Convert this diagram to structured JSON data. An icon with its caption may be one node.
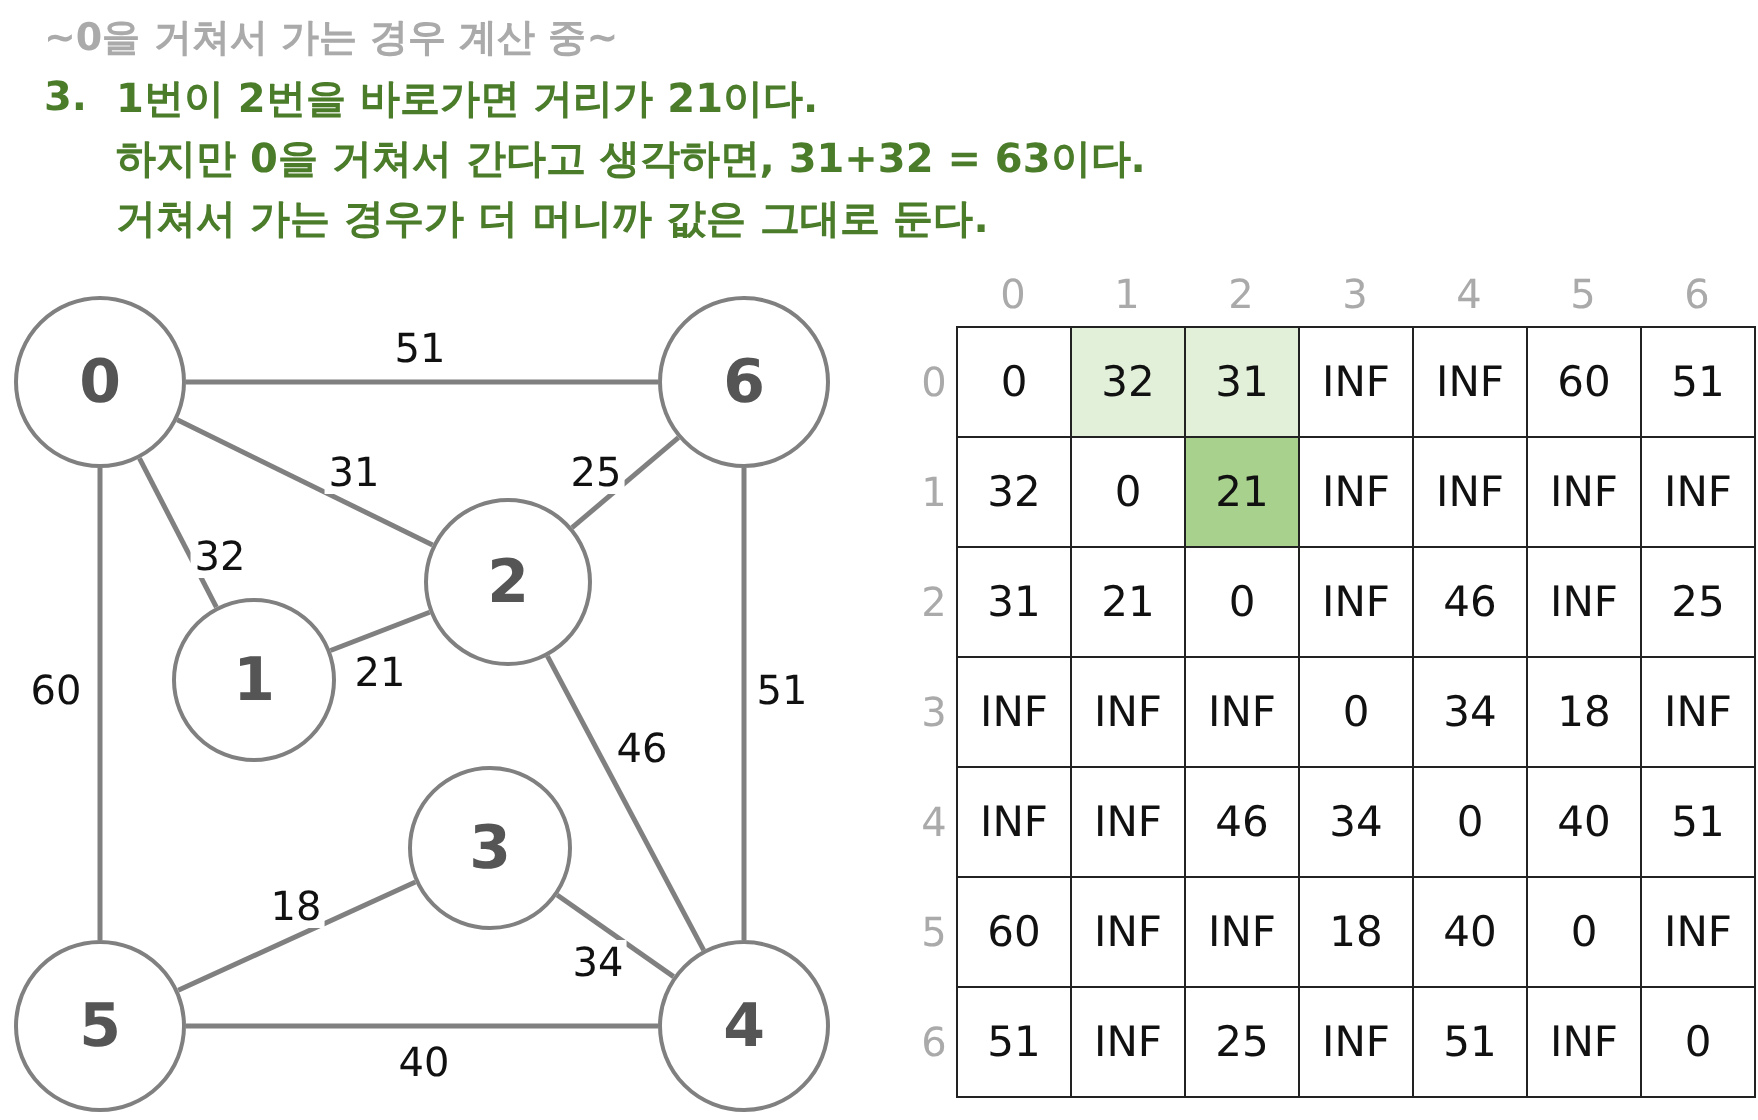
{
  "diagram": {
    "title": "~0을 거쳐서 가는 경우 계산 중~",
    "nodes": [
      {
        "text": [
          "0"
        ]
      },
      {
        "text": [
          "1"
        ]
      },
      {
        "text": [
          "2"
        ]
      },
      {
        "text": [
          "3"
        ]
      },
      {
        "text": [
          "4"
        ]
      },
      {
        "text": [
          "5"
        ]
      },
      {
        "text": [
          "6"
        ]
      }
    ],
    "edges": [
      {
        "from": 0,
        "to": 6,
        "arrow": "none",
        "label": "51"
      },
      {
        "from": 0,
        "to": 2,
        "arrow": "none",
        "label": "31"
      },
      {
        "from": 0,
        "to": 1,
        "arrow": "none",
        "label": "32"
      },
      {
        "from": 0,
        "to": 5,
        "arrow": "none",
        "label": "60"
      },
      {
        "from": 6,
        "to": 2,
        "arrow": "none",
        "label": "25"
      },
      {
        "from": 6,
        "to": 4,
        "arrow": "none",
        "label": "51"
      },
      {
        "from": 1,
        "to": 2,
        "arrow": "none",
        "label": "21"
      },
      {
        "from": 2,
        "to": 4,
        "arrow": "none",
        "label": "46"
      },
      {
        "from": 3,
        "to": 5,
        "arrow": "none",
        "label": "18"
      },
      {
        "from": 3,
        "to": 4,
        "arrow": "none",
        "label": "34"
      },
      {
        "from": 5,
        "to": 4,
        "arrow": "none",
        "label": "40"
      }
    ],
    "labels": [
      "3.",
      "1번이 2번을 바로가면 거리가 21이다.",
      "하지만 0을 거쳐서 간다고 생각하면, 31+32 = 63이다.",
      "거쳐서 가는 경우가 더 머니까 값은 그대로 둔다.",
      "0",
      "1",
      "2",
      "3",
      "4",
      "5",
      "6",
      "0",
      "0",
      "32",
      "31",
      "INF",
      "INF",
      "60",
      "51",
      "1",
      "32",
      "0",
      "21",
      "INF",
      "INF",
      "INF",
      "INF",
      "2",
      "31",
      "21",
      "0",
      "INF",
      "46",
      "INF",
      "25",
      "3",
      "INF",
      "INF",
      "INF",
      "0",
      "34",
      "18",
      "INF",
      "4",
      "INF",
      "INF",
      "46",
      "34",
      "0",
      "40",
      "51",
      "5",
      "60",
      "INF",
      "INF",
      "18",
      "40",
      "0",
      "INF",
      "6",
      "51",
      "INF",
      "25",
      "INF",
      "51",
      "INF",
      "0"
    ]
  }
}
